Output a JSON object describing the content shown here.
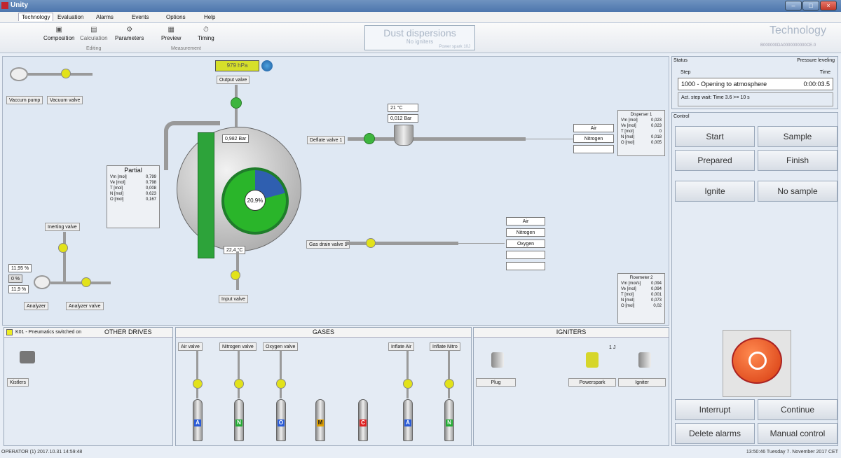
{
  "app": {
    "title": "Unity"
  },
  "menu": [
    "Technology",
    "Evaluation",
    "Alarms",
    "Events",
    "Options",
    "Help"
  ],
  "ribbon": {
    "buttons": [
      "Composition",
      "Calculation",
      "Parameters",
      "Preview",
      "Timing"
    ],
    "groups": [
      "Editing",
      "Measurement"
    ]
  },
  "header": {
    "title": "Dust dispersions",
    "subtitle": "No igniters",
    "power": "Power spark 10J",
    "brand": "Technology",
    "code": "B000000DA0000000000CE.0"
  },
  "process": {
    "vacuum_pump": "Vaccum pump",
    "vacuum_valve": "Vacuum valve",
    "pressure_display": "979 hPa",
    "output_valve": "Output valve",
    "sphere_pressure": "0,982 Bar",
    "sphere_temp": "22,4 °C",
    "sphere_percent": "20,9%",
    "input_valve": "Input valve",
    "inerting_valve": "Inerting valve",
    "analyzer_vals": [
      "11,95 %",
      "0 %",
      "11,9 %"
    ],
    "analyzer": "Analyzer",
    "analyzer_valve": "Analyzer valve",
    "deflate_valve": "Deflate valve 1",
    "disp_temp": "21 °C",
    "disp_pressure": "0,012 Bar",
    "gas_drain": "Gas drain valve 1",
    "dispenser_options": [
      "Air",
      "Nitrogen",
      ""
    ],
    "gas_options": [
      "Air",
      "Nitrogen",
      "Oxygen",
      "",
      ""
    ]
  },
  "partial": {
    "title": "Partial",
    "rows": [
      [
        "Vm [mol]",
        "0,799"
      ],
      [
        "Ve [mol]",
        "0,798"
      ],
      [
        "T [mol]",
        "0,008"
      ],
      [
        "N [mol]",
        "0,623"
      ],
      [
        "O [mol]",
        "0,167"
      ]
    ]
  },
  "disperser": {
    "title": "Disperser 1",
    "rows": [
      [
        "Vm [mol]",
        "0,023"
      ],
      [
        "Ve [mol]",
        "0,023"
      ],
      [
        "T [mol]",
        "0"
      ],
      [
        "N [mol]",
        "0,018"
      ],
      [
        "O [mol]",
        "0,005"
      ]
    ]
  },
  "flowmeter": {
    "title": "Flowmeter 2",
    "rows": [
      [
        "Vm [mol/s]",
        "0,094"
      ],
      [
        "Ve [mol]",
        "0,094"
      ],
      [
        "T [mol]",
        "0,001"
      ],
      [
        "N [mol]",
        "0,073"
      ],
      [
        "O [mol]",
        "0,02"
      ]
    ]
  },
  "other_drives": {
    "title": "OTHER DRIVES",
    "status": "K01 - Pneumatics switched on",
    "device": "Kistlers"
  },
  "gases": {
    "title": "GASES",
    "valves": [
      "Air valve",
      "Nitrogen valve",
      "Oxygen valve",
      "Inflate Air",
      "Inflate Nitro"
    ],
    "cylinders": [
      {
        "letter": "A",
        "color": "#2a5bd7"
      },
      {
        "letter": "N",
        "color": "#22aa33"
      },
      {
        "letter": "O",
        "color": "#2a5bd7"
      },
      {
        "letter": "M",
        "color": "#e0a000"
      },
      {
        "letter": "C",
        "color": "#dd2222"
      },
      {
        "letter": "A",
        "color": "#2a5bd7"
      },
      {
        "letter": "N",
        "color": "#22aa33"
      }
    ]
  },
  "igniters": {
    "title": "IGNITERS",
    "energy": "1 J",
    "items": [
      "Plug",
      "Powerspark",
      "Igniter"
    ]
  },
  "status": {
    "title": "Status",
    "mode": "Pressure leveling",
    "step_label": "Step",
    "time_label": "Time",
    "step": "1000 - Opening to atmosphere",
    "time": "0:00:03.5",
    "info": "Act. step wait: Time 3.6 >= 10 s"
  },
  "control": {
    "title": "Control",
    "buttons": [
      "Start",
      "Sample",
      "Prepared",
      "Finish",
      "Ignite",
      "No sample",
      "Interrupt",
      "Continue",
      "Delete alarms",
      "Manual control"
    ]
  },
  "statusbar": {
    "left": "OPERATOR (1) 2017.10.31 14:59:48",
    "right": "13:50:46 Tuesday 7. November 2017 CET"
  }
}
